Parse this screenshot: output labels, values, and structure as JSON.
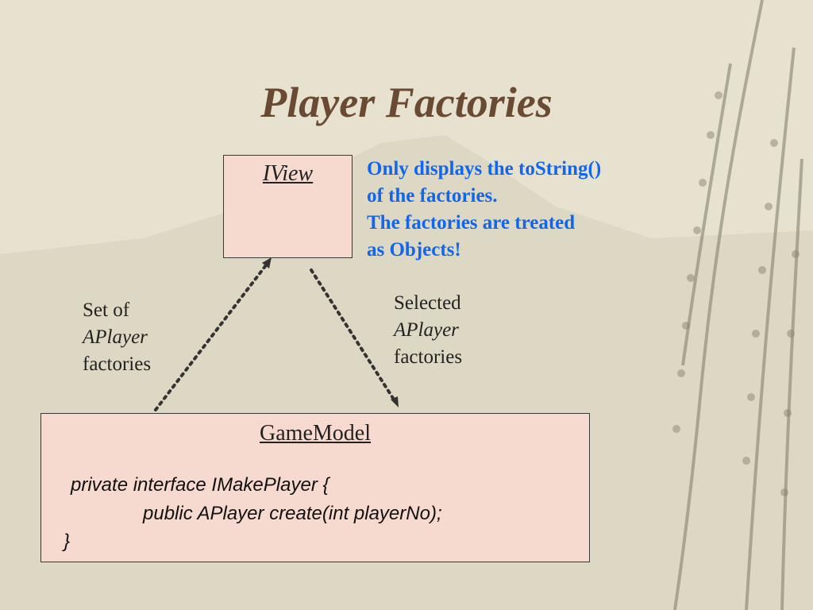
{
  "slide": {
    "title": "Player Factories"
  },
  "iview": {
    "label": "IView"
  },
  "note": {
    "lines": [
      "Only displays the toString()",
      "of the factories.",
      "The factories are treated",
      "as Objects!"
    ]
  },
  "left_label": {
    "line1": "Set of",
    "line2": "APlayer",
    "line3": "factories"
  },
  "right_label": {
    "line1": "Selected",
    "line2": "APlayer",
    "line3": "factories"
  },
  "gamemodel": {
    "title": "GameModel",
    "code": [
      "private interface IMakePlayer {",
      "public APlayer create(int playerNo);",
      "}"
    ]
  },
  "colors": {
    "title": "#6b4a33",
    "note": "#1166ee",
    "box_fill": "#f6d9cf"
  }
}
